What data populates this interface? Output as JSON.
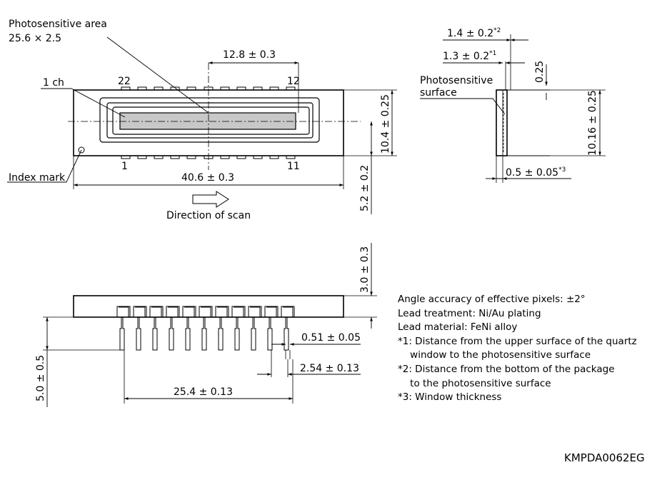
{
  "labels": {
    "photo_area_title": "Photosensitive area",
    "photo_area_dim": "25.6 × 2.5",
    "center_offset": "12.8 ± 0.3",
    "pin22": "22",
    "pin12": "12",
    "pin1": "1",
    "pin11": "11",
    "ch1": "1 ch",
    "index_mark": "Index mark",
    "length": "40.6 ± 0.3",
    "height": "10.4 ± 0.25",
    "offset_v": "5.2 ± 0.2",
    "scan_direction": "Direction of scan",
    "side_14": "1.4 ± 0.2",
    "side_14_ref": "*2",
    "side_13": "1.3 ± 0.2",
    "side_13_ref": "*1",
    "side_025": "0.25",
    "side_surface_1": "Photosensitive",
    "side_surface_2": "surface",
    "side_height": "10.16 ± 0.25",
    "window_thickness": "0.5 ± 0.05",
    "window_ref": "*3",
    "body_thickness": "3.0 ± 0.3",
    "lead_width": "0.51 ± 0.05",
    "pitch": "2.54 ± 0.13",
    "lead_length": "5.0 ± 0.5",
    "pin_span": "25.4 ± 0.13"
  },
  "notes": [
    "Angle accuracy of effective pixels: ±2°",
    "Lead treatment: Ni/Au plating",
    "Lead material: FeNi alloy",
    "*1: Distance from the upper surface of the quartz",
    "    window to the photosensitive surface",
    "*2: Distance from the bottom of the package",
    "    to the photosensitive surface",
    "*3: Window thickness"
  ],
  "drawing_code": "KMPDA0062EG",
  "colors": {
    "line": "#000000",
    "active_area": "#c8c8c8"
  }
}
